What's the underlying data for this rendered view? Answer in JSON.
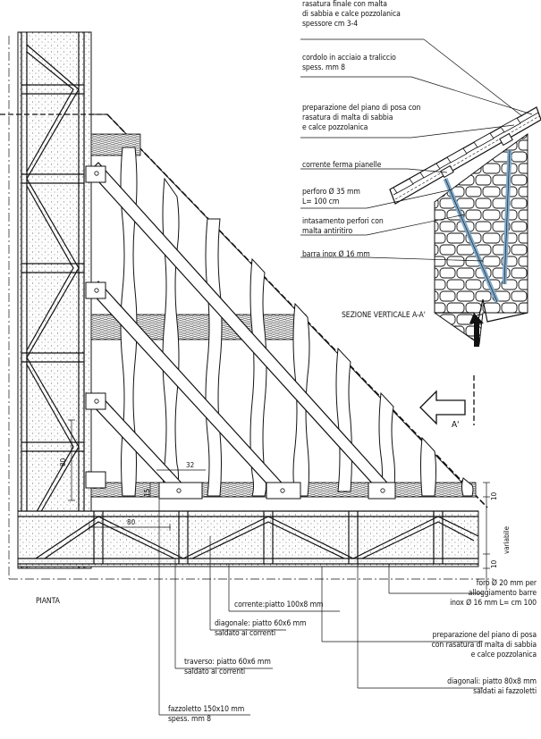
{
  "labels": {
    "rasatura": [
      "rasatura finale con malta",
      "di sabbia e calce pozzolanica",
      "spessore cm 3-4"
    ],
    "cordolo": [
      "cordolo in acciaio a traliccio",
      "spess. mm 8"
    ],
    "preparazione_top": [
      "preparazione del piano di posa con",
      "rasatura di malta di sabbia",
      "e calce pozzolanica"
    ],
    "corrente_ferma": "corrente ferma pianelle",
    "perforo": [
      "perforo Ø 35 mm",
      "L= 100 cm"
    ],
    "intasamento": [
      "intasamento perfori con",
      "malta antiritiro"
    ],
    "barra": "barra inox Ø 16 mm",
    "sezione": "SEZIONE VERTICALE A-A'",
    "section_mark": "A'",
    "pianta": "PIANTA",
    "foro": [
      "foro Ø 20 mm per",
      "alloggiamento barre",
      "inox Ø 16 mm L= cm 100"
    ],
    "corrente": "corrente:piatto 100x8 mm",
    "diagonale": [
      "diagonale: piatto 60x6 mm",
      "saldato ai correnti"
    ],
    "preparazione_bottom": [
      "preparazione del piano di posa",
      "con rasatura di malta di sabbia",
      "e calce pozzolanica"
    ],
    "traverso": [
      "traverso: piatto 60x6 mm",
      "saldato ai correnti"
    ],
    "diagonali": [
      "diagonali: piatto 80x8 mm",
      "saldati ai fazzoletti"
    ],
    "fazzoletto": [
      "fazzoletto 150x10 mm",
      "spess. mm 8"
    ]
  },
  "dimensions": {
    "d80_vertical": "80",
    "d32": "32",
    "d15": "15",
    "d80_horizontal": "80",
    "d10_top": "10",
    "d10_bottom": "10",
    "variabile": "variabile"
  },
  "colors": {
    "line": "#111111",
    "bar_blue": "#7fa8c8",
    "wood_tan": "#c9a47a",
    "concrete_dot": "#555555"
  }
}
